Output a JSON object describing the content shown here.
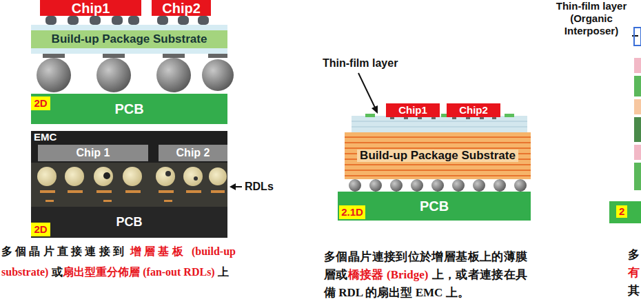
{
  "diagram": {
    "nodes": [
      {
        "text": [
          "Chip1"
        ]
      },
      {
        "text": [
          "Chip2"
        ]
      },
      {
        "text": [
          "Build-up Package Substrate"
        ]
      },
      {
        "text": [
          "PCB"
        ]
      },
      {
        "text": [
          "2D"
        ],
        "in": 3
      },
      {
        "text": [
          "EMC"
        ]
      },
      {
        "text": [
          "Chip 1"
        ],
        "in": 5
      },
      {
        "text": [
          "Chip 2"
        ],
        "in": 5
      },
      {
        "text": [
          "PCB"
        ]
      },
      {
        "text": [
          "2D"
        ],
        "in": 8
      },
      {
        "text": [
          "Chip1"
        ]
      },
      {
        "text": [
          "Chip2"
        ]
      },
      {
        "text": [
          "Build-up Package Substrate"
        ]
      },
      {
        "text": [
          "PCB"
        ]
      },
      {
        "text": [
          "2.1D"
        ],
        "in": 13
      }
    ],
    "labels": [
      "RDLs",
      "Thin-film layer",
      "Thin-film layer (Organic Interposer)",
      "多個晶片直接連接到",
      "增層基板 (build-up substrate)",
      "或",
      "扇出型重分佈層 (fan-out RDLs)",
      "上",
      "多個晶片連接到位於增層基板上的薄膜層或",
      "橋接器 (Bridge)",
      "上，或者連接在具備 RDL 的扇出型 EMC 上。",
      "2",
      "多",
      "有",
      "其"
    ]
  }
}
